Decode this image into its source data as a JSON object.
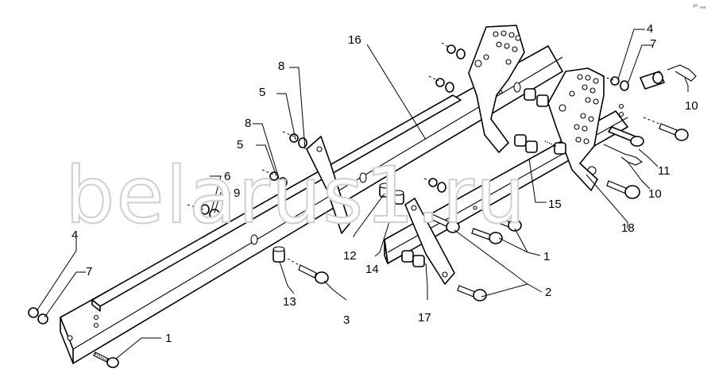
{
  "watermark": "belarus1.ru",
  "corner_mark": "ᵍᵐ ₐₐₐ",
  "callouts": {
    "c1a": "1",
    "c1b": "1",
    "c2": "2",
    "c3": "3",
    "c4a": "4",
    "c4b": "4",
    "c5a": "5",
    "c5b": "5",
    "c6": "6",
    "c7a": "7",
    "c7b": "7",
    "c8a": "8",
    "c8b": "8",
    "c9": "9",
    "c10a": "10",
    "c10b": "10",
    "c11": "11",
    "c12": "12",
    "c13": "13",
    "c14": "14",
    "c15": "15",
    "c16": "16",
    "c17": "17",
    "c18": "18"
  }
}
